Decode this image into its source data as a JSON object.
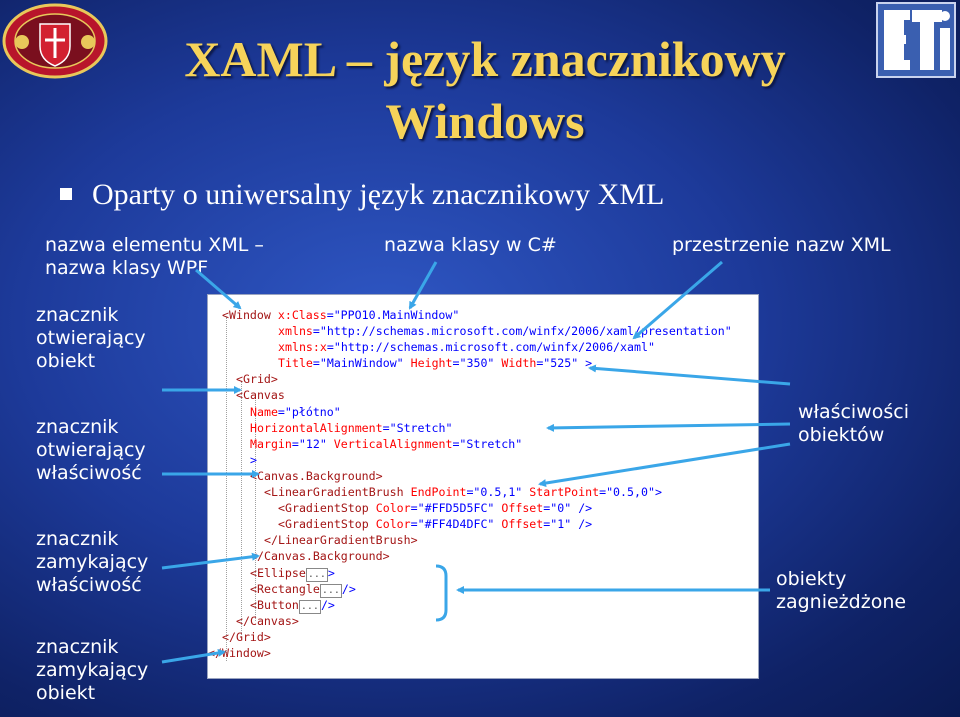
{
  "title_line1": "XAML – język znacznikowy",
  "title_line2": "Windows",
  "bullet": "Oparty o uniwersalny język znacznikowy XML",
  "labels": {
    "element_name_1": "nazwa elementu XML –",
    "element_name_2": "nazwa klasy WPF",
    "class_name": "nazwa klasy w C#",
    "namespaces": "przestrzenie nazw XML",
    "open_obj_1": "znacznik",
    "open_obj_2": "otwierający",
    "open_obj_3": "obiekt",
    "open_prop_1": "znacznik",
    "open_prop_2": "otwierający",
    "open_prop_3": "właściwość",
    "close_prop_1": "znacznik",
    "close_prop_2": "zamykający",
    "close_prop_3": "właściwość",
    "close_obj_1": "znacznik",
    "close_obj_2": "zamykający",
    "close_obj_3": "obiekt",
    "props_1": "właściwości",
    "props_2": "obiektów",
    "nested_1": "obiekty",
    "nested_2": "zagnieżdżone"
  },
  "code": {
    "l1_tag": "<Window",
    "l1_attr": " x:Class",
    "l1_val": "\"PPO10.MainWindow\"",
    "l2_attr": "xmlns",
    "l2_val": "\"http://schemas.microsoft.com/winfx/2006/xaml/presentation\"",
    "l3_attr": "xmlns:x",
    "l3_val": "\"http://schemas.microsoft.com/winfx/2006/xaml\"",
    "l4_attr1": "Title",
    "l4_val1": "\"MainWindow\"",
    "l4_attr2": " Height",
    "l4_val2": "\"350\"",
    "l4_attr3": " Width",
    "l4_val3": "\"525\"",
    "l4_end": " >",
    "l5": "<Grid>",
    "l6": "<Canvas",
    "l7_attr": "Name",
    "l7_val": "\"płótno\"",
    "l8_attr": "HorizontalAlignment",
    "l8_val": "\"Stretch\"",
    "l9_attr1": "Margin",
    "l9_val1": "\"12\"",
    "l9_attr2": " VerticalAlignment",
    "l9_val2": "\"Stretch\"",
    "l10": ">",
    "l11": "<Canvas.Background>",
    "l12_tag": "<LinearGradientBrush",
    "l12_attr1": " EndPoint",
    "l12_val1": "\"0.5,1\"",
    "l12_attr2": " StartPoint",
    "l12_val2": "\"0.5,0\"",
    "l12_end": ">",
    "l13_tag": "<GradientStop",
    "l13_attr1": " Color",
    "l13_val1": "\"#FFD5D5FC\"",
    "l13_attr2": " Offset",
    "l13_val2": "\"0\"",
    "l13_end": " />",
    "l14_tag": "<GradientStop",
    "l14_attr1": " Color",
    "l14_val1": "\"#FF4D4DFC\"",
    "l14_attr2": " Offset",
    "l14_val2": "\"1\"",
    "l14_end": " />",
    "l15": "</LinearGradientBrush>",
    "l16": "</Canvas.Background>",
    "l17_tag": "<Ellipse",
    "l17_end": ">",
    "l18_tag": "<Rectangle",
    "l18_end": "/>",
    "l19_tag": "<Button",
    "l19_end": "/>",
    "ellipsis": "...",
    "l20": "</Canvas>",
    "l21": "</Grid>",
    "l22": "</Window>"
  },
  "colors": {
    "title": "#f6d35a",
    "background": "#1d3a9a",
    "arrow": "#3aa6e8"
  },
  "logo_eti_text": "ETI"
}
